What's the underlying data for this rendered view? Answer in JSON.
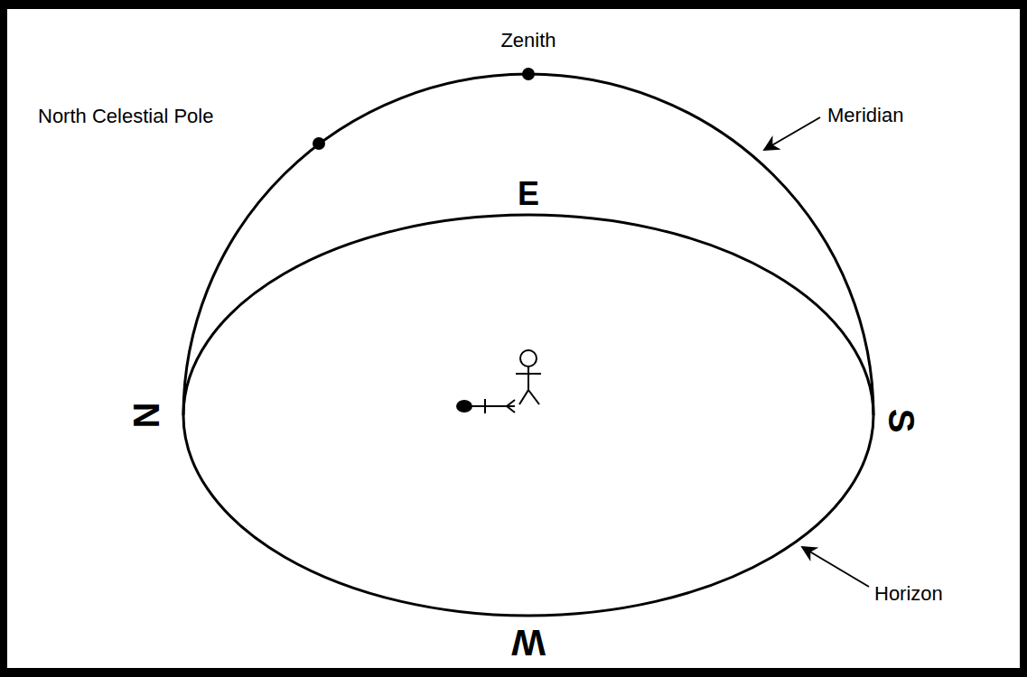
{
  "diagram": {
    "labels": [
      "Zenith",
      "North Celestial Pole",
      "Meridian",
      "E",
      "N",
      "S",
      "Horizon",
      "W"
    ]
  }
}
